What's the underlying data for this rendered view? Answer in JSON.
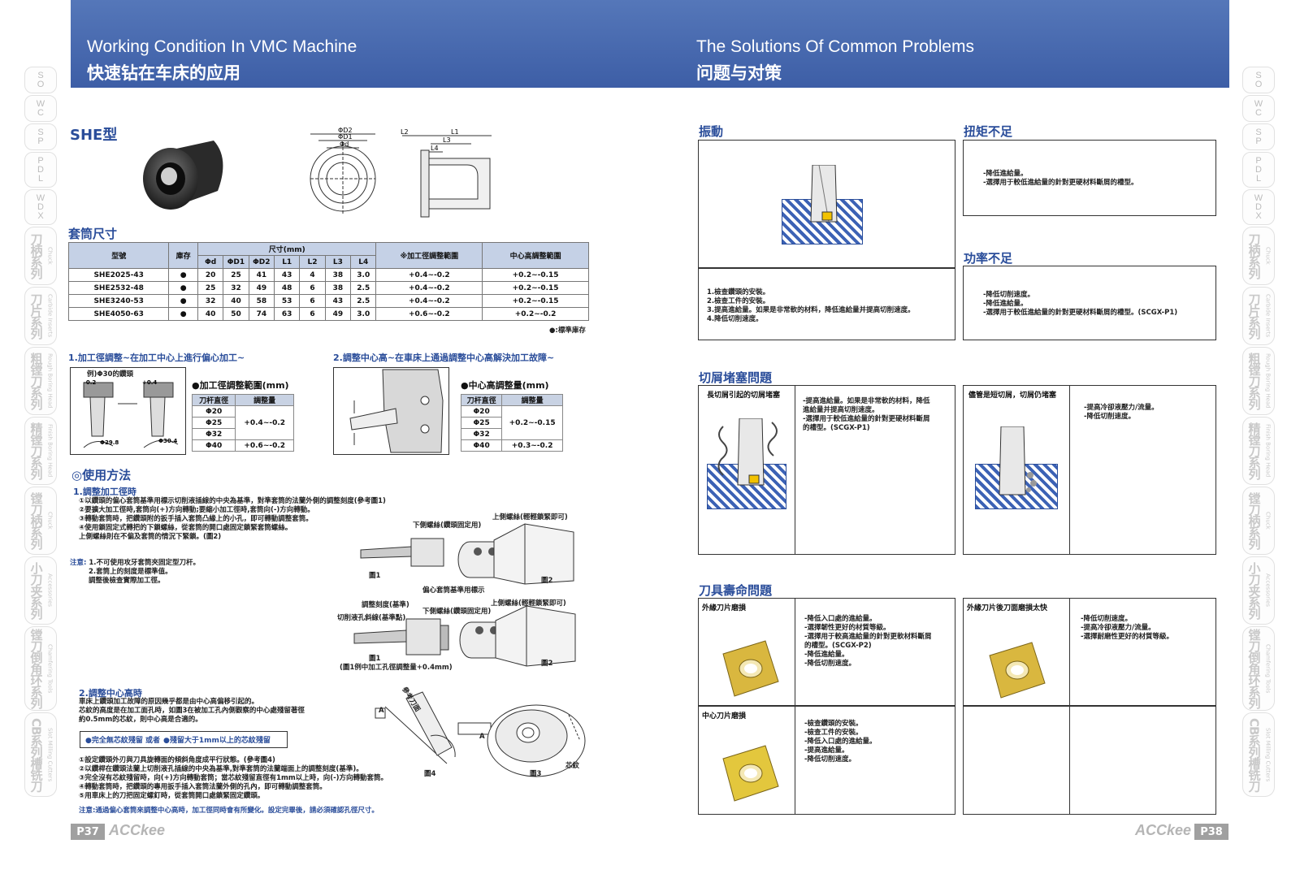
{
  "header": {
    "left_title_en": "Working Condition In VMC Machine",
    "left_title_zh": "快速钻在车床的应用",
    "right_title_en": "The Solutions Of Common Problems",
    "right_title_zh": "问题与对策"
  },
  "side_tabs": [
    {
      "letters": [
        "S",
        "O"
      ]
    },
    {
      "letters": [
        "W",
        "C"
      ]
    },
    {
      "letters": [
        "S",
        "P"
      ]
    },
    {
      "letters": [
        "P",
        "D",
        "L"
      ]
    },
    {
      "letters": [
        "W",
        "D",
        "X"
      ]
    },
    {
      "zh": "刀柄系列",
      "en": "Chuck"
    },
    {
      "zh": "刀片系列",
      "en": "Carbide Inserts"
    },
    {
      "zh": "粗镗刀系列",
      "en": "Rough Boring Head"
    },
    {
      "zh": "精镗刀系列",
      "en": "Finish Boring Head"
    },
    {
      "zh": "镗刀柄系列",
      "en": "Chuck"
    },
    {
      "zh": "小刀夹系列",
      "en": "Accessories"
    },
    {
      "zh": "镗刀倒角环系列",
      "en": "Chamfering Tools"
    },
    {
      "zh": "CB系列槽铣刀",
      "en": "Slot Milling Cutters"
    }
  ],
  "left": {
    "she_title": "SHE型",
    "dims": {
      "d2": "ΦD2",
      "d1": "ΦD1",
      "d": "Φd",
      "l1": "L1",
      "l2": "L2",
      "l3": "L3",
      "l4": "L4"
    },
    "sleeve_title": "套筒尺寸",
    "table": {
      "h_model": "型號",
      "h_stock": "庫存",
      "h_size": "尺寸(mm)",
      "h_range": "※加工徑調整範圍",
      "h_center": "中心高調整範圍",
      "sub": [
        "Φd",
        "ΦD1",
        "ΦD2",
        "L1",
        "L2",
        "L3",
        "L4"
      ],
      "rows": [
        {
          "model": "SHE2025-43",
          "stock": "●",
          "vals": [
            "20",
            "25",
            "41",
            "43",
            "4",
            "38",
            "3.0"
          ],
          "range": "+0.4~-0.2",
          "center": "+0.2~-0.15"
        },
        {
          "model": "SHE2532-48",
          "stock": "●",
          "vals": [
            "25",
            "32",
            "49",
            "48",
            "6",
            "38",
            "2.5"
          ],
          "range": "+0.4~-0.2",
          "center": "+0.2~-0.15"
        },
        {
          "model": "SHE3240-53",
          "stock": "●",
          "vals": [
            "32",
            "40",
            "58",
            "53",
            "6",
            "43",
            "2.5"
          ],
          "range": "+0.4~-0.2",
          "center": "+0.2~-0.15"
        },
        {
          "model": "SHE4050-63",
          "stock": "●",
          "vals": [
            "40",
            "50",
            "74",
            "63",
            "6",
            "49",
            "3.0"
          ],
          "range": "+0.6~-0.2",
          "center": "+0.2~-0.2"
        }
      ],
      "note": "●:標準庫存"
    },
    "adj1_title": "1.加工徑調整~在加工中心上進行偏心加工~",
    "adj2_title": "2.調整中心高~在車床上通過調整中心高解決加工故障~",
    "example_label": "例)Φ30的鑽頭",
    "fig_labels": {
      "a": "Φ29.8",
      "b": "Φ30.4",
      "c": "+0.4",
      "d": "-0.2"
    },
    "range_table": {
      "title": "●加工徑調整範圍(mm)",
      "h1": "刀杆直徑",
      "h2": "調整量",
      "rows": [
        [
          "Φ20",
          "+0.4~-0.2"
        ],
        [
          "Φ25",
          ""
        ],
        [
          "Φ32",
          ""
        ],
        [
          "Φ40",
          "+0.6~-0.2"
        ]
      ]
    },
    "center_table": {
      "title": "●中心高調整量(mm)",
      "h1": "刀杆直徑",
      "h2": "調整量",
      "rows": [
        [
          "Φ20",
          "+0.2~-0.15"
        ],
        [
          "Φ25",
          ""
        ],
        [
          "Φ32",
          ""
        ],
        [
          "Φ40",
          "+0.3~-0.2"
        ]
      ]
    },
    "usage_title": "◎使用方法",
    "usage1_title": "1.調整加工徑時",
    "usage1_lines": [
      "①以鑽頭的偏心套筒基準用標示切削液插線的中央為基準，對準套筒的法蘭外側的調整刻度(參考圖1)",
      "②要擴大加工徑時,套筒向(+)方向轉動;要縮小加工徑時,套筒向(-)方向轉動。",
      "③轉動套筒時，把鑽頭附的扳手插入套筒凸緣上的小孔，即可轉動調整套筒。",
      "④使用鎖固定式轉把的下鎖螺絲，從套筒的開口處固定鎖緊套筒螺絲。",
      "   上側螺絲則在不偏及套筒的情況下緊鎖。(圖2)"
    ],
    "note_label": "注意:",
    "note_lines": [
      "1.不可使用攻牙套筒夾固定型刀杆。",
      "2.套筒上的刻度是標準值。",
      "   調整後檢查實際加工徑。"
    ],
    "fig1_labels": {
      "lower_screw": "下側螺絲(鑽頭固定用)",
      "upper_screw": "上側螺絲(輕輕鎖緊即可)",
      "fig1": "圖1",
      "fig2": "圖2",
      "eccentric": "偏心套筒基準用標示"
    },
    "fig2_labels": {
      "scale": "調整刻度(基準)",
      "line": "切削液孔斜線(基準點)",
      "lower": "下側螺絲(鑽頭固定用)",
      "upper": "上側螺絲(輕輕鎖緊即可)",
      "fig1": "圖1",
      "fig2": "圖2",
      "caption": "(圖1例中加工孔徑調整量+0.4mm)"
    },
    "usage2_title": "2.調整中心高時",
    "usage2_lines": [
      "車床上鑽頭加工故障的原因幾乎都是由中心高偏移引起的。",
      "芯紋的高度是在加工面孔時，如圖3在被加工孔內側觀察的中心處殘留著徑",
      "約0.5mm的芯紋，則中心高是合適的。"
    ],
    "box_text_a": "●完全無芯紋殘留 或者",
    "box_text_b": "●殘留大于1mm以上的芯紋殘留",
    "usage2_steps": [
      "①設定鑽頭外刃與刀具旋轉面的傾斜角度成平行狀態。(參考圖4)",
      "②以鑽桿在鑽頭法蘭上切削液孔插線的中央為基準,對準套筒的法蘭端面上的調整刻度(基準)。",
      "③完全沒有芯紋殘留時，向(+)方向轉動套筒；當芯紋殘留直徑有1mm以上時，向(-)方向轉動套筒。",
      "④轉動套筒時，把鑽頭的專用扳手插入套筒法蘭外側的孔內，即可轉動調整套筒。",
      "⑤用車床上的刀把固定螺釘時，從套筒開口處鎖緊固定鑽頭。"
    ],
    "final_note": "注意:通過偏心套筒來調整中心高時，加工徑同時會有所變化。設定完畢後，請必須確認孔徑尺寸。",
    "fig3": "圖3",
    "fig4": "圖4",
    "fig_a": "A",
    "core": "芯紋",
    "angle": "參考刀面"
  },
  "right": {
    "vibration_title": "振動",
    "vibration_lines": [
      "1.檢查鑽頭的安裝。",
      "2.檢查工件的安裝。",
      "3.提高進給量。如果是非常軟的材料，降低進給量并提高切削速度。",
      "4.降低切削速度。"
    ],
    "torque_title": "扭矩不足",
    "torque_lines": [
      "-降低進給量。",
      "-選擇用于較低進給量的針對更硬材料斷屑的槽型。"
    ],
    "power_title": "功率不足",
    "power_lines": [
      "-降低切削速度。",
      "-降低進給量。",
      "-選擇用于較低進給量的針對更硬材料斷屑的槽型。(SCGX-P1)"
    ],
    "chip_title": "切屑堵塞問題",
    "chip_a_label": "長切屑引起的切屑堵塞",
    "chip_a_lines": [
      "-提高進給量。如果是非常軟的材料，降低",
      "  進給量并提高切削速度。",
      "-選擇用于較低進給量的針對更硬材料斷屑",
      "  的槽型。(SCGX-P1)"
    ],
    "chip_b_label": "儘管是短切屑，切屑仍堵塞",
    "chip_b_lines": [
      "-提高冷卻液壓力/流量。",
      "-降低切削速度。"
    ],
    "life_title": "刀具壽命問題",
    "outer_wear_label": "外緣刀片磨損",
    "outer_wear_lines": [
      "-降低入口處的進給量。",
      "-選擇韌性更好的材質等級。",
      "-選擇用于較高進給量的針對更軟材料斷屑",
      "  的槽型。(SCGX-P2)",
      "-降低進給量。",
      "-降低切削速度。"
    ],
    "outer_fast_label": "外緣刀片後刀面磨損太快",
    "outer_fast_lines": [
      "-降低切削速度。",
      "-提高冷卻液壓力/流量。",
      "-選擇耐磨性更好的材質等級。"
    ],
    "center_wear_label": "中心刀片磨損",
    "center_wear_lines": [
      "-檢查鑽頭的安裝。",
      "-檢查工件的安裝。",
      "-降低入口處的進給量。",
      "-提高進給量。",
      "-降低切削速度。"
    ]
  },
  "footer": {
    "left_page": "P37",
    "right_page": "P38",
    "brand": "ACCkee"
  }
}
